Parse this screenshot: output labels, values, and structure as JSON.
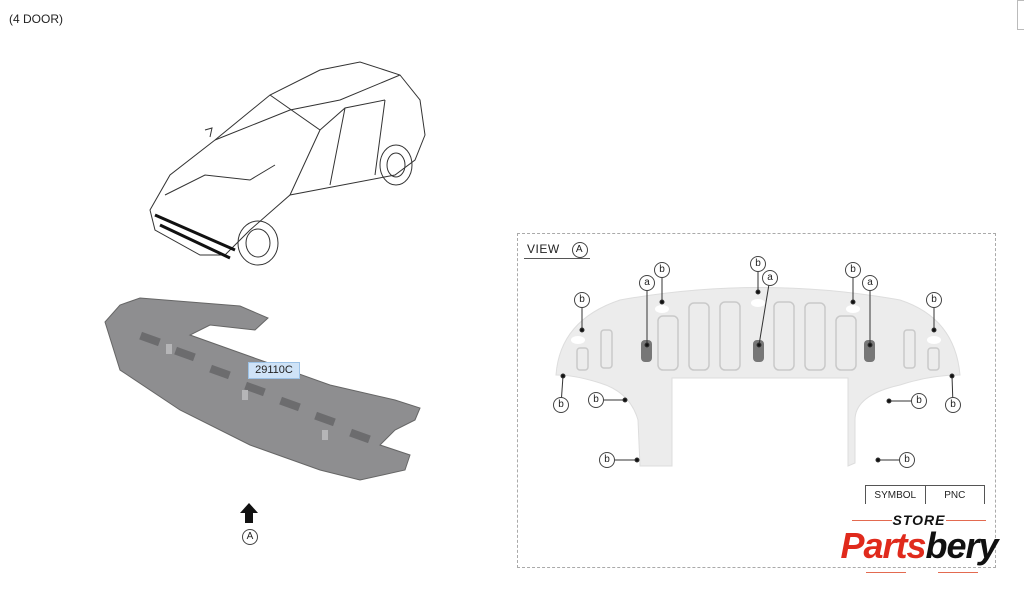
{
  "header": {
    "title": "(4 DOOR)"
  },
  "main_view": {
    "part_number": "29110C",
    "view_arrow_label": "A"
  },
  "detail_view": {
    "title": "VIEW",
    "title_symbol": "A",
    "callouts": [
      "b",
      "b",
      "b",
      "b",
      "b",
      "b",
      "b",
      "b",
      "b",
      "b",
      "b",
      "a",
      "a",
      "a"
    ]
  },
  "table": {
    "headers": [
      "SYMBOL",
      "PNC"
    ]
  },
  "logo": {
    "store": "STORE",
    "brand_red": "Parts",
    "brand_black": "bery",
    "accent": "#e02a1c"
  }
}
